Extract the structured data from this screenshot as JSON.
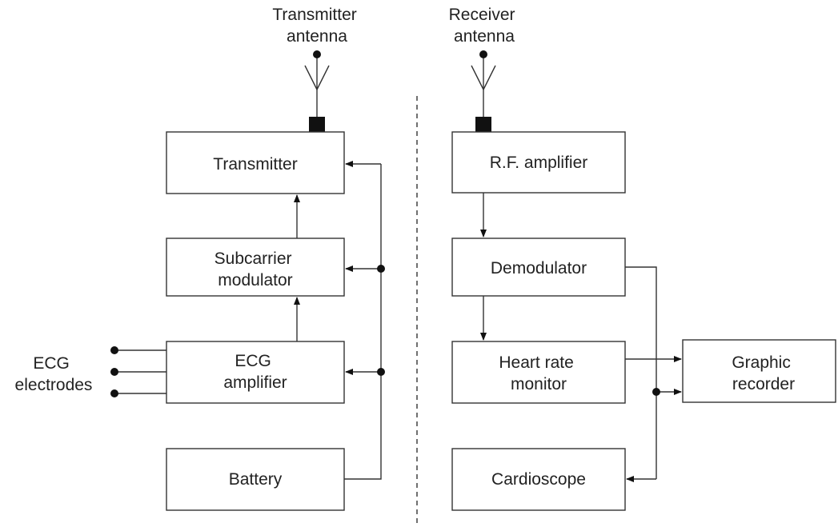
{
  "transmitter_side": {
    "antenna_label": [
      "Transmitter",
      "antenna"
    ],
    "blocks": {
      "transmitter": [
        "Transmitter"
      ],
      "subcarrier_modulator": [
        "Subcarrier",
        "modulator"
      ],
      "ecg_amplifier": [
        "ECG",
        "amplifier"
      ],
      "battery": [
        "Battery"
      ]
    },
    "electrodes_label": [
      "ECG",
      "electrodes"
    ]
  },
  "receiver_side": {
    "antenna_label": [
      "Receiver",
      "antenna"
    ],
    "blocks": {
      "rf_amplifier": [
        "R.F. amplifier"
      ],
      "demodulator": [
        "Demodulator"
      ],
      "heart_rate_monitor": [
        "Heart rate",
        "monitor"
      ],
      "graphic_recorder": [
        "Graphic",
        "recorder"
      ],
      "cardioscope": [
        "Cardioscope"
      ]
    }
  }
}
